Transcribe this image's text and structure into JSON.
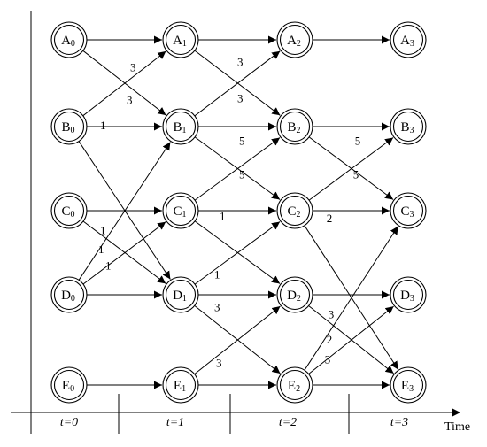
{
  "nodes": [
    {
      "id": "A0",
      "letter": "A",
      "sub": "0"
    },
    {
      "id": "A1",
      "letter": "A",
      "sub": "1"
    },
    {
      "id": "A2",
      "letter": "A",
      "sub": "2"
    },
    {
      "id": "A3",
      "letter": "A",
      "sub": "3"
    },
    {
      "id": "B0",
      "letter": "B",
      "sub": "0"
    },
    {
      "id": "B1",
      "letter": "B",
      "sub": "1"
    },
    {
      "id": "B2",
      "letter": "B",
      "sub": "2"
    },
    {
      "id": "B3",
      "letter": "B",
      "sub": "3"
    },
    {
      "id": "C0",
      "letter": "C",
      "sub": "0"
    },
    {
      "id": "C1",
      "letter": "C",
      "sub": "1"
    },
    {
      "id": "C2",
      "letter": "C",
      "sub": "2"
    },
    {
      "id": "C3",
      "letter": "C",
      "sub": "3"
    },
    {
      "id": "D0",
      "letter": "D",
      "sub": "0"
    },
    {
      "id": "D1",
      "letter": "D",
      "sub": "1"
    },
    {
      "id": "D2",
      "letter": "D",
      "sub": "2"
    },
    {
      "id": "D3",
      "letter": "D",
      "sub": "3"
    },
    {
      "id": "E0",
      "letter": "E",
      "sub": "0"
    },
    {
      "id": "E1",
      "letter": "E",
      "sub": "1"
    },
    {
      "id": "E2",
      "letter": "E",
      "sub": "2"
    },
    {
      "id": "E3",
      "letter": "E",
      "sub": "3"
    }
  ],
  "edges": [
    {
      "from": "A0",
      "to": "A1",
      "weight": ""
    },
    {
      "from": "A1",
      "to": "A2",
      "weight": ""
    },
    {
      "from": "A2",
      "to": "A3",
      "weight": ""
    },
    {
      "from": "A0",
      "to": "B1",
      "weight": "3"
    },
    {
      "from": "B0",
      "to": "A1",
      "weight": "3"
    },
    {
      "from": "A1",
      "to": "B2",
      "weight": "3"
    },
    {
      "from": "B1",
      "to": "A2",
      "weight": "3"
    },
    {
      "from": "B0",
      "to": "B1",
      "weight": ""
    },
    {
      "from": "B1",
      "to": "B2",
      "weight": ""
    },
    {
      "from": "B2",
      "to": "B3",
      "weight": ""
    },
    {
      "from": "B0",
      "to": "D1",
      "weight": "1"
    },
    {
      "from": "B1",
      "to": "C2",
      "weight": "5"
    },
    {
      "from": "C1",
      "to": "B2",
      "weight": "5"
    },
    {
      "from": "B2",
      "to": "C3",
      "weight": "5"
    },
    {
      "from": "C2",
      "to": "B3",
      "weight": "5"
    },
    {
      "from": "C0",
      "to": "C1",
      "weight": ""
    },
    {
      "from": "C1",
      "to": "C2",
      "weight": ""
    },
    {
      "from": "C2",
      "to": "C3",
      "weight": ""
    },
    {
      "from": "C0",
      "to": "D1",
      "weight": "1"
    },
    {
      "from": "D0",
      "to": "B1",
      "weight": "1"
    },
    {
      "from": "D0",
      "to": "C1",
      "weight": "1"
    },
    {
      "from": "C1",
      "to": "D2",
      "weight": "1"
    },
    {
      "from": "D1",
      "to": "C2",
      "weight": "1"
    },
    {
      "from": "C2",
      "to": "E3",
      "weight": "2"
    },
    {
      "from": "E2",
      "to": "C3",
      "weight": "2"
    },
    {
      "from": "D0",
      "to": "D1",
      "weight": ""
    },
    {
      "from": "D1",
      "to": "D2",
      "weight": ""
    },
    {
      "from": "D2",
      "to": "D3",
      "weight": ""
    },
    {
      "from": "D1",
      "to": "E2",
      "weight": "3"
    },
    {
      "from": "E1",
      "to": "D2",
      "weight": "3"
    },
    {
      "from": "D2",
      "to": "E3",
      "weight": "3"
    },
    {
      "from": "E2",
      "to": "D3",
      "weight": "3"
    },
    {
      "from": "E0",
      "to": "E1",
      "weight": ""
    },
    {
      "from": "E1",
      "to": "E2",
      "weight": ""
    },
    {
      "from": "E2",
      "to": "E3",
      "weight": ""
    }
  ],
  "axis": {
    "title": "Time",
    "ticks": [
      "t=0",
      "t=1",
      "t=2",
      "t=3"
    ]
  }
}
